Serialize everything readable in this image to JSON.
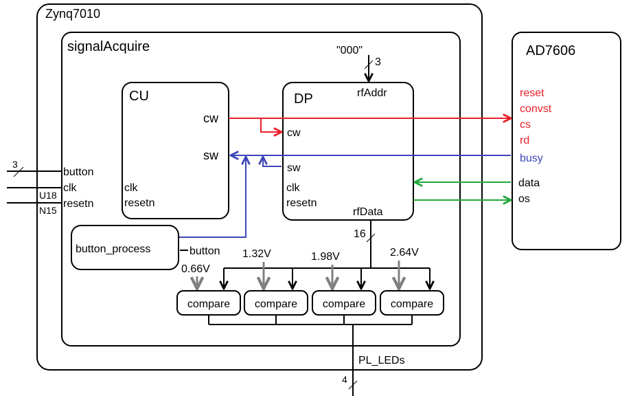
{
  "colors": {
    "black": "#000000",
    "red": "#e8202a",
    "blue": "#3c46b8",
    "green": "#22a83c",
    "gray": "#808080"
  },
  "zynq": {
    "title": "Zynq7010"
  },
  "signal_acquire": {
    "title": "signalAcquire"
  },
  "cu": {
    "title": "CU",
    "cw": "cw",
    "sw": "sw",
    "clk": "clk",
    "resetn": "resetn"
  },
  "dp": {
    "title": "DP",
    "rfaddr": "rfAddr",
    "cw": "cw",
    "sw": "sw",
    "clk": "clk",
    "resetn": "resetn",
    "rfdata": "rfData"
  },
  "rfaddr_input": {
    "value": "\"000\"",
    "width": "3"
  },
  "ad7606": {
    "title": "AD7606",
    "pins": {
      "reset": "reset",
      "convst": "convst",
      "cs": "cs",
      "rd": "rd",
      "busy": "busy",
      "data": "data",
      "os": "os"
    }
  },
  "inputs": {
    "button": "button",
    "button_width": "3",
    "clk": "clk",
    "clk_pin": "U18",
    "resetn": "resetn",
    "resetn_pin": "N15"
  },
  "button_process": {
    "title": "button_process",
    "port": "button"
  },
  "rfdata_width": "16",
  "thresholds": [
    "0.66V",
    "1.32V",
    "1.98V",
    "2.64V"
  ],
  "comparators": [
    "compare",
    "compare",
    "compare",
    "compare"
  ],
  "leds": {
    "label": "PL_LEDs",
    "width": "4"
  }
}
